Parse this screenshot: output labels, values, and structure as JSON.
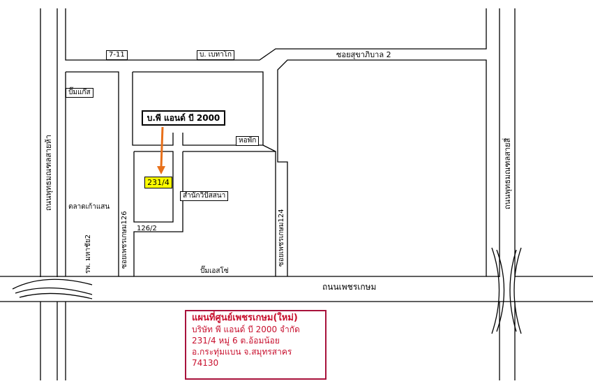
{
  "map": {
    "company_label": "บ.พี แอนด์ บี 2000",
    "address_badge": "231/4",
    "highlight_color": "#ffff00",
    "arrow_color": "#e8701a",
    "info_border_color": "#a8123b",
    "info_text_color": "#c8102e",
    "roads": {
      "top": "ซอยสุขาภิบาล 2",
      "main": "ถนนเพชรเกษม",
      "left_vertical": "ถนนพุทธมณฑลสายห้า",
      "right_vertical": "ถนนพุทธมณฑลสายสี่",
      "soi126": "ซอยเพชรเกษม126",
      "soi124": "ซอยเพชรเกษม124",
      "house_126_2": "126/2"
    },
    "landmarks": {
      "seven_eleven": "7-11",
      "baeng_kok": "บ. เบทาโก",
      "gas_pump": "ปั๊มแก๊ส",
      "dormitory": "หอพัก",
      "vipassana": "สำนักวิปัสสนา",
      "market": "ตลาดเก้าแสน",
      "hospital": "รพ. มหาชัย2",
      "esso": "ปั๊มเอสโซ่"
    },
    "info": {
      "line1": "แผนที่ศูนย์เพชรเกษม(ใหม่)",
      "line2": "บริษัท พี แอนด์ บี 2000 จำกัด",
      "line3": "231/4 หมู่ 6 ต.อ้อมน้อย",
      "line4": "อ.กระทุ่มแบน จ.สมุทรสาคร",
      "line5": "74130"
    }
  }
}
